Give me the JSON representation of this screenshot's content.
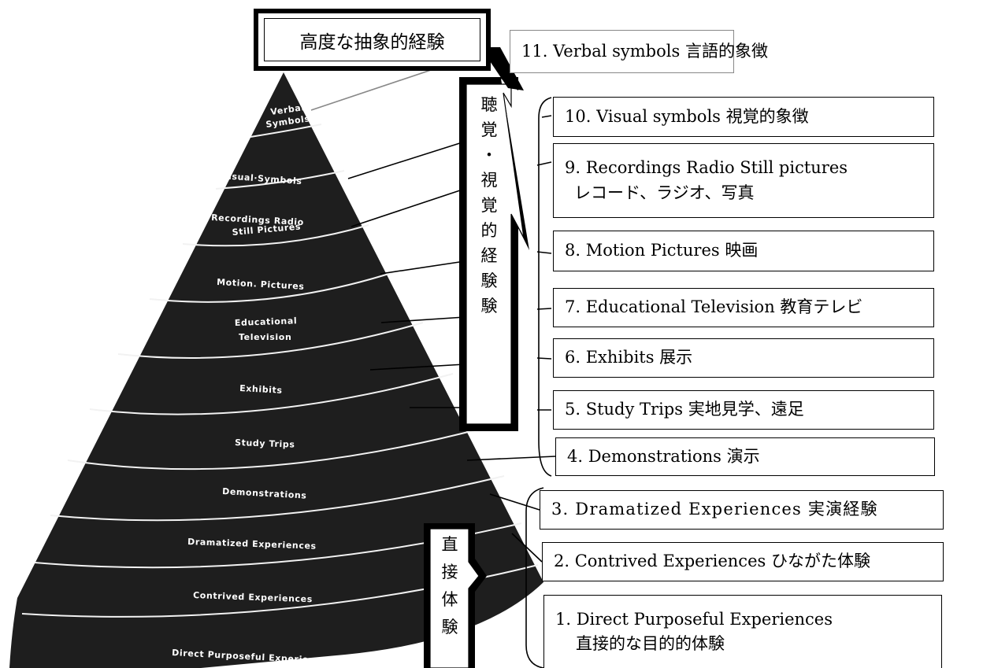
{
  "cone_labels": {
    "verbal_1": "Verbal",
    "verbal_2": "Symbols",
    "visual": "Visual·Symbols",
    "recordings_1": "Recordings   Radio",
    "recordings_2": "Still Pictures",
    "motion": "Motion. Pictures",
    "educational_1": "Educational",
    "educational_2": "Television",
    "exhibits": "Exhibits",
    "study_trips": "Study Trips",
    "demonstrations": "Demonstrations",
    "dramatized": "Dramatized Experiences",
    "contrived": "Contrived Experiences",
    "direct": "Direct  Purposeful Experiences"
  },
  "title_box": "高度な抽象的経験",
  "audio_visual_chars": [
    "聴",
    "覚",
    "・",
    "視",
    "覚",
    "的",
    "経",
    "験",
    "験"
  ],
  "direct_chars": [
    "直",
    "接",
    "体",
    "験"
  ],
  "boxes": {
    "b11": "11. Verbal symbols 言語的象徴",
    "b10": "10. Visual symbols 視覚的象徴",
    "b9_line1": "9. Recordings Radio Still pictures",
    "b9_line2": "レコード、ラジオ、写真",
    "b8": "8. Motion Pictures 映画",
    "b7": "7. Educational Television  教育テレビ",
    "b6": "6. Exhibits  展示",
    "b5": "5. Study Trips  実地見学、遠足",
    "b4": "4. Demonstrations 演示",
    "b3": "3.  Dramatized  Experiences  実演経験",
    "b2": "2. Contrived Experiences  ひながた体験",
    "b1_line1": "1. Direct Purposeful Experiences",
    "b1_line2": "直接的な目的的体験"
  },
  "colors": {
    "cone": "#1e1e1e",
    "band_line": "#f2f2f2",
    "connector": "#000000",
    "gray_connector": "#888888"
  }
}
